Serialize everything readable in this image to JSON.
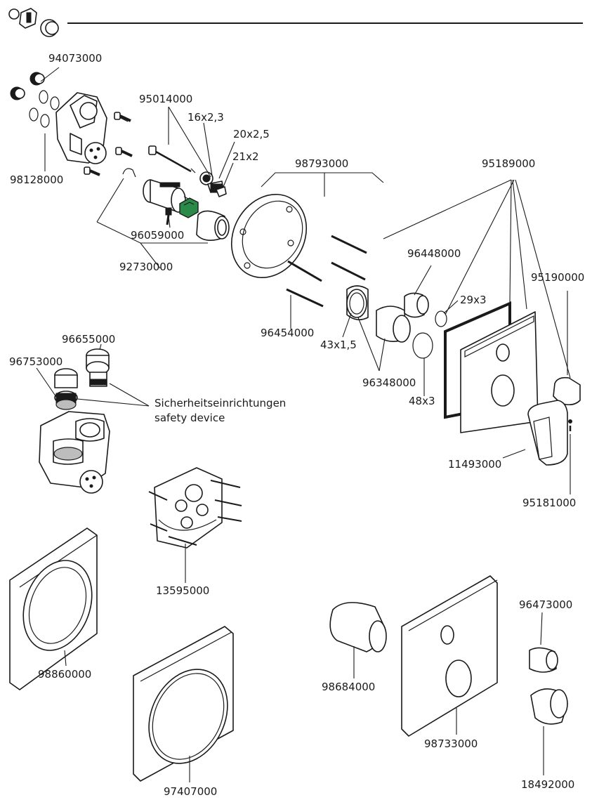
{
  "header_rule_color": "#1a1a1a",
  "labels": {
    "p94073000": "94073000",
    "p98128000": "98128000",
    "p95014000": "95014000",
    "d16x2_3": "16x2,3",
    "d20x2_5": "20x2,5",
    "d21x2": "21x2",
    "p98793000": "98793000",
    "p95189000": "95189000",
    "p96059000": "96059000",
    "p92730000": "92730000",
    "p96448000": "96448000",
    "d29x3": "29x3",
    "p95190000": "95190000",
    "p96454000": "96454000",
    "d43x1_5": "43x1,5",
    "p96348000": "96348000",
    "d48x3": "48x3",
    "p96655000": "96655000",
    "p96753000": "96753000",
    "safety_de": "Sicherheitseinrichtungen",
    "safety_en": "safety device",
    "p11493000": "11493000",
    "p95181000": "95181000",
    "p13595000": "13595000",
    "p98860000": "98860000",
    "p96473000": "96473000",
    "p98684000": "98684000",
    "p98733000": "98733000",
    "p97407000": "97407000",
    "p18492000": "18492000"
  },
  "icons": [
    "exploded-parts-icon",
    "valve-body-icon",
    "cartridge-icon",
    "cover-plate-icon",
    "handle-icon",
    "screw-icon"
  ],
  "colors": {
    "line": "#1a1a1a",
    "accent_part": "#2a8a4a",
    "shade": "#bdbdbd"
  }
}
